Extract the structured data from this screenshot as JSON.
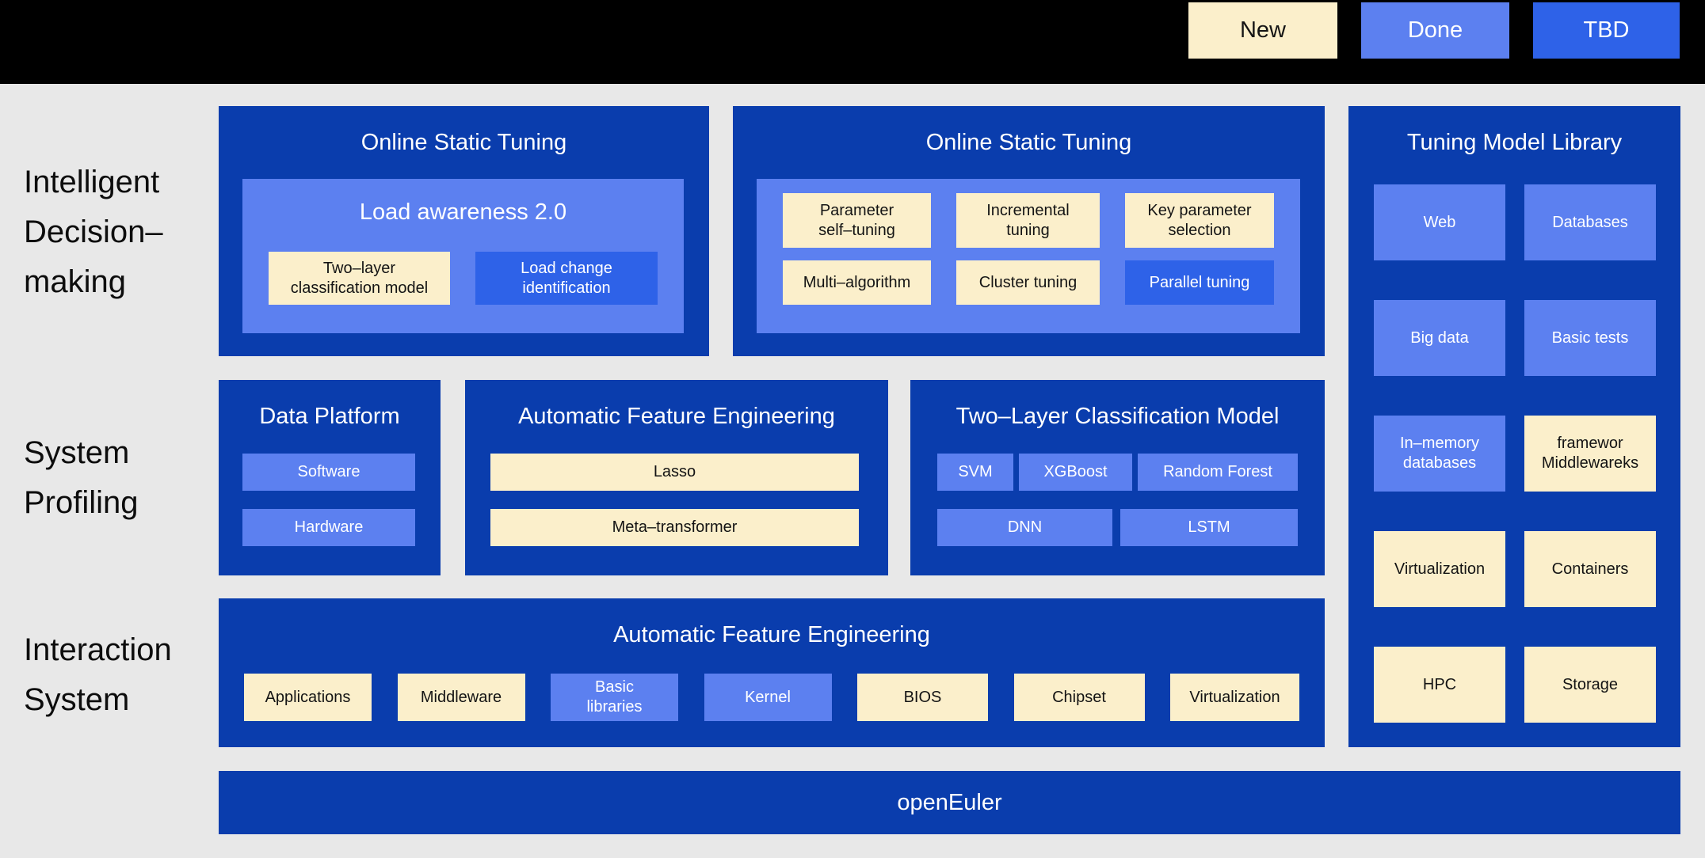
{
  "colors": {
    "topbar": "#000000",
    "background": "#e8e8e8",
    "dark_blue": "#0a3dad",
    "medium_blue": "#5c80f0",
    "accent_blue": "#2e62e8",
    "cream": "#fbefcb"
  },
  "legend": [
    {
      "label": "New",
      "style": "cream"
    },
    {
      "label": "Done",
      "style": "medium"
    },
    {
      "label": "TBD",
      "style": "accent"
    }
  ],
  "side_labels": [
    {
      "text": "Intelligent\nDecision–\nmaking"
    },
    {
      "text": "System\nProfiling"
    },
    {
      "text": "Interaction\nSystem"
    }
  ],
  "boxes": {
    "online_static_1": {
      "title": "Online Static Tuning",
      "panel_title": "Load awareness 2.0",
      "items": [
        {
          "label": "Two–layer\nclassification model",
          "style": "cream"
        },
        {
          "label": "Load change\nidentification",
          "style": "accent"
        }
      ]
    },
    "online_static_2": {
      "title": "Online Static Tuning",
      "items": [
        {
          "label": "Parameter\nself–tuning",
          "style": "cream"
        },
        {
          "label": "Incremental\ntuning",
          "style": "cream"
        },
        {
          "label": "Key parameter\nselection",
          "style": "cream"
        },
        {
          "label": "Multi–algorithm",
          "style": "cream"
        },
        {
          "label": "Cluster tuning",
          "style": "cream"
        },
        {
          "label": "Parallel tuning",
          "style": "accent"
        }
      ]
    },
    "tuning_model_library": {
      "title": "Tuning Model Library",
      "items": [
        {
          "label": "Web",
          "style": "medium"
        },
        {
          "label": "Databases",
          "style": "medium"
        },
        {
          "label": "Big data",
          "style": "medium"
        },
        {
          "label": "Basic tests",
          "style": "medium"
        },
        {
          "label": "In–memory\ndatabases",
          "style": "medium"
        },
        {
          "label": "framewor\nMiddlewareks",
          "style": "cream"
        },
        {
          "label": "Virtualization",
          "style": "cream"
        },
        {
          "label": "Containers",
          "style": "cream"
        },
        {
          "label": "HPC",
          "style": "cream"
        },
        {
          "label": "Storage",
          "style": "cream"
        }
      ]
    },
    "data_platform": {
      "title": "Data Platform",
      "items": [
        {
          "label": "Software",
          "style": "medium"
        },
        {
          "label": "Hardware",
          "style": "medium"
        }
      ]
    },
    "auto_feature_engineering_mid": {
      "title": "Automatic Feature Engineering",
      "items": [
        {
          "label": "Lasso",
          "style": "cream"
        },
        {
          "label": "Meta–transformer",
          "style": "cream"
        }
      ]
    },
    "two_layer_classification": {
      "title": "Two–Layer Classification Model",
      "items": [
        {
          "label": "SVM",
          "style": "medium"
        },
        {
          "label": "XGBoost",
          "style": "medium"
        },
        {
          "label": "Random Forest",
          "style": "medium"
        },
        {
          "label": "DNN",
          "style": "medium"
        },
        {
          "label": "LSTM",
          "style": "medium"
        }
      ]
    },
    "auto_feature_engineering_bottom": {
      "title": "Automatic Feature Engineering",
      "items": [
        {
          "label": "Applications",
          "style": "cream"
        },
        {
          "label": "Middleware",
          "style": "cream"
        },
        {
          "label": "Basic\nlibraries",
          "style": "medium"
        },
        {
          "label": "Kernel",
          "style": "medium"
        },
        {
          "label": "BIOS",
          "style": "cream"
        },
        {
          "label": "Chipset",
          "style": "cream"
        },
        {
          "label": "Virtualization",
          "style": "cream"
        }
      ]
    },
    "platform_bar": {
      "title": "openEuler"
    }
  }
}
